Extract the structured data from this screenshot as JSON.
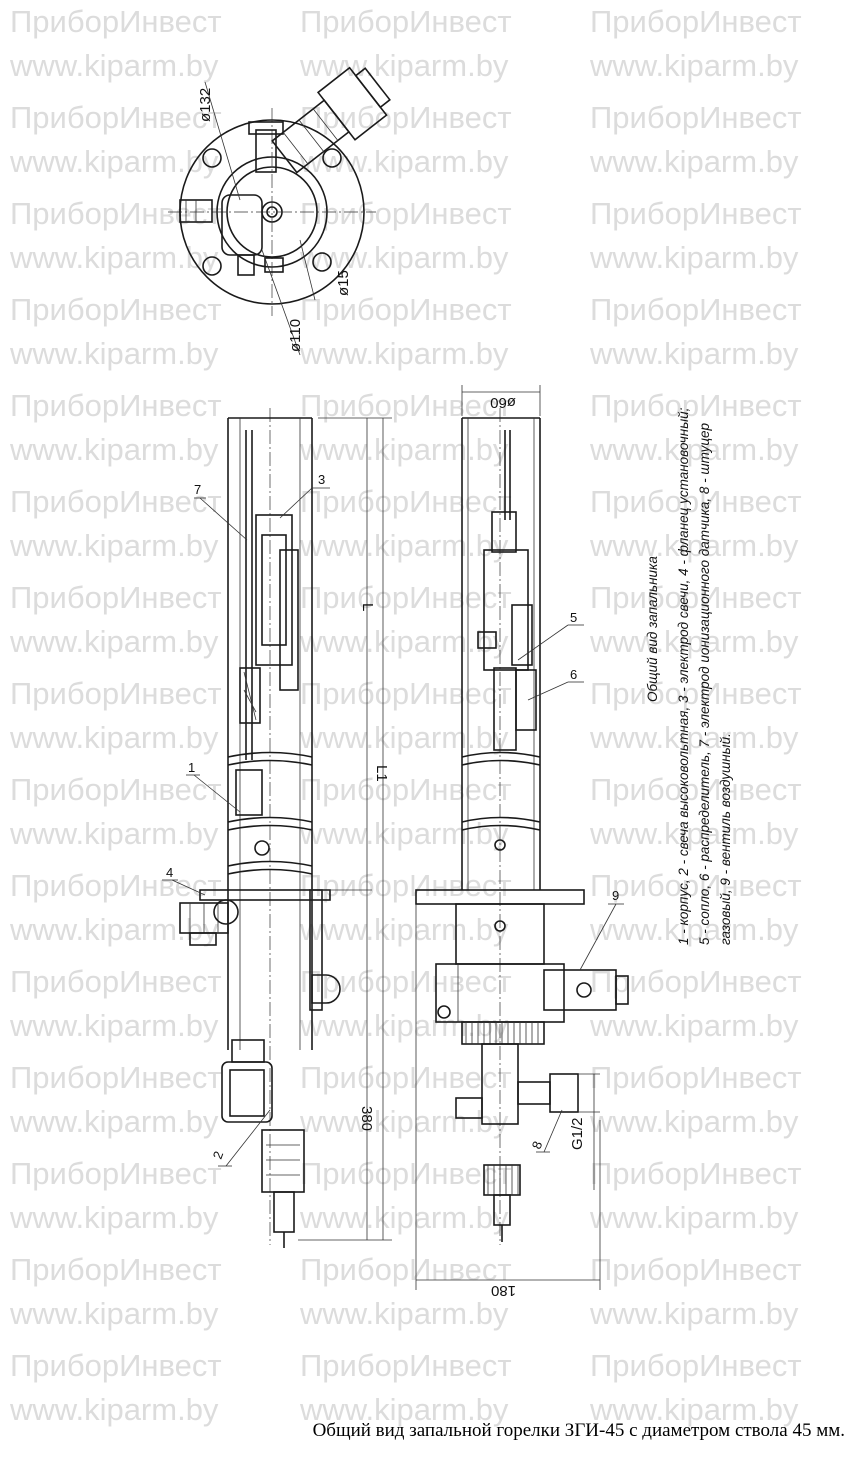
{
  "watermark": {
    "line1": "ПриборИнвест",
    "line2": "www.kiparm.by"
  },
  "labels": {
    "d132": "ø132",
    "d110": "ø110",
    "d15": "ø15",
    "d60": "ø60",
    "L": "L",
    "L1": "L1",
    "dim380": "380",
    "dim180": "180",
    "G12": "G1/2",
    "n1": "1",
    "n2": "2",
    "n3": "3",
    "n4": "4",
    "n5": "5",
    "n6": "6",
    "n7": "7",
    "n8": "8",
    "n9": "9"
  },
  "legend": {
    "title": "Общий вид запальника",
    "line1": "1 - корпус, 2 - свеча высоковольтная, 3 - электрод свечи, 4 - фланец установочный;",
    "line2": "5 - сопло, 6 - распределитель, 7 - электрод ионизационного датчика, 8 - штуцер",
    "line3": "газовый, 9 - вентиль воздушный."
  },
  "caption": "Общий вид запальной горелки ЗГИ-45 с диаметром ствола 45 мм."
}
